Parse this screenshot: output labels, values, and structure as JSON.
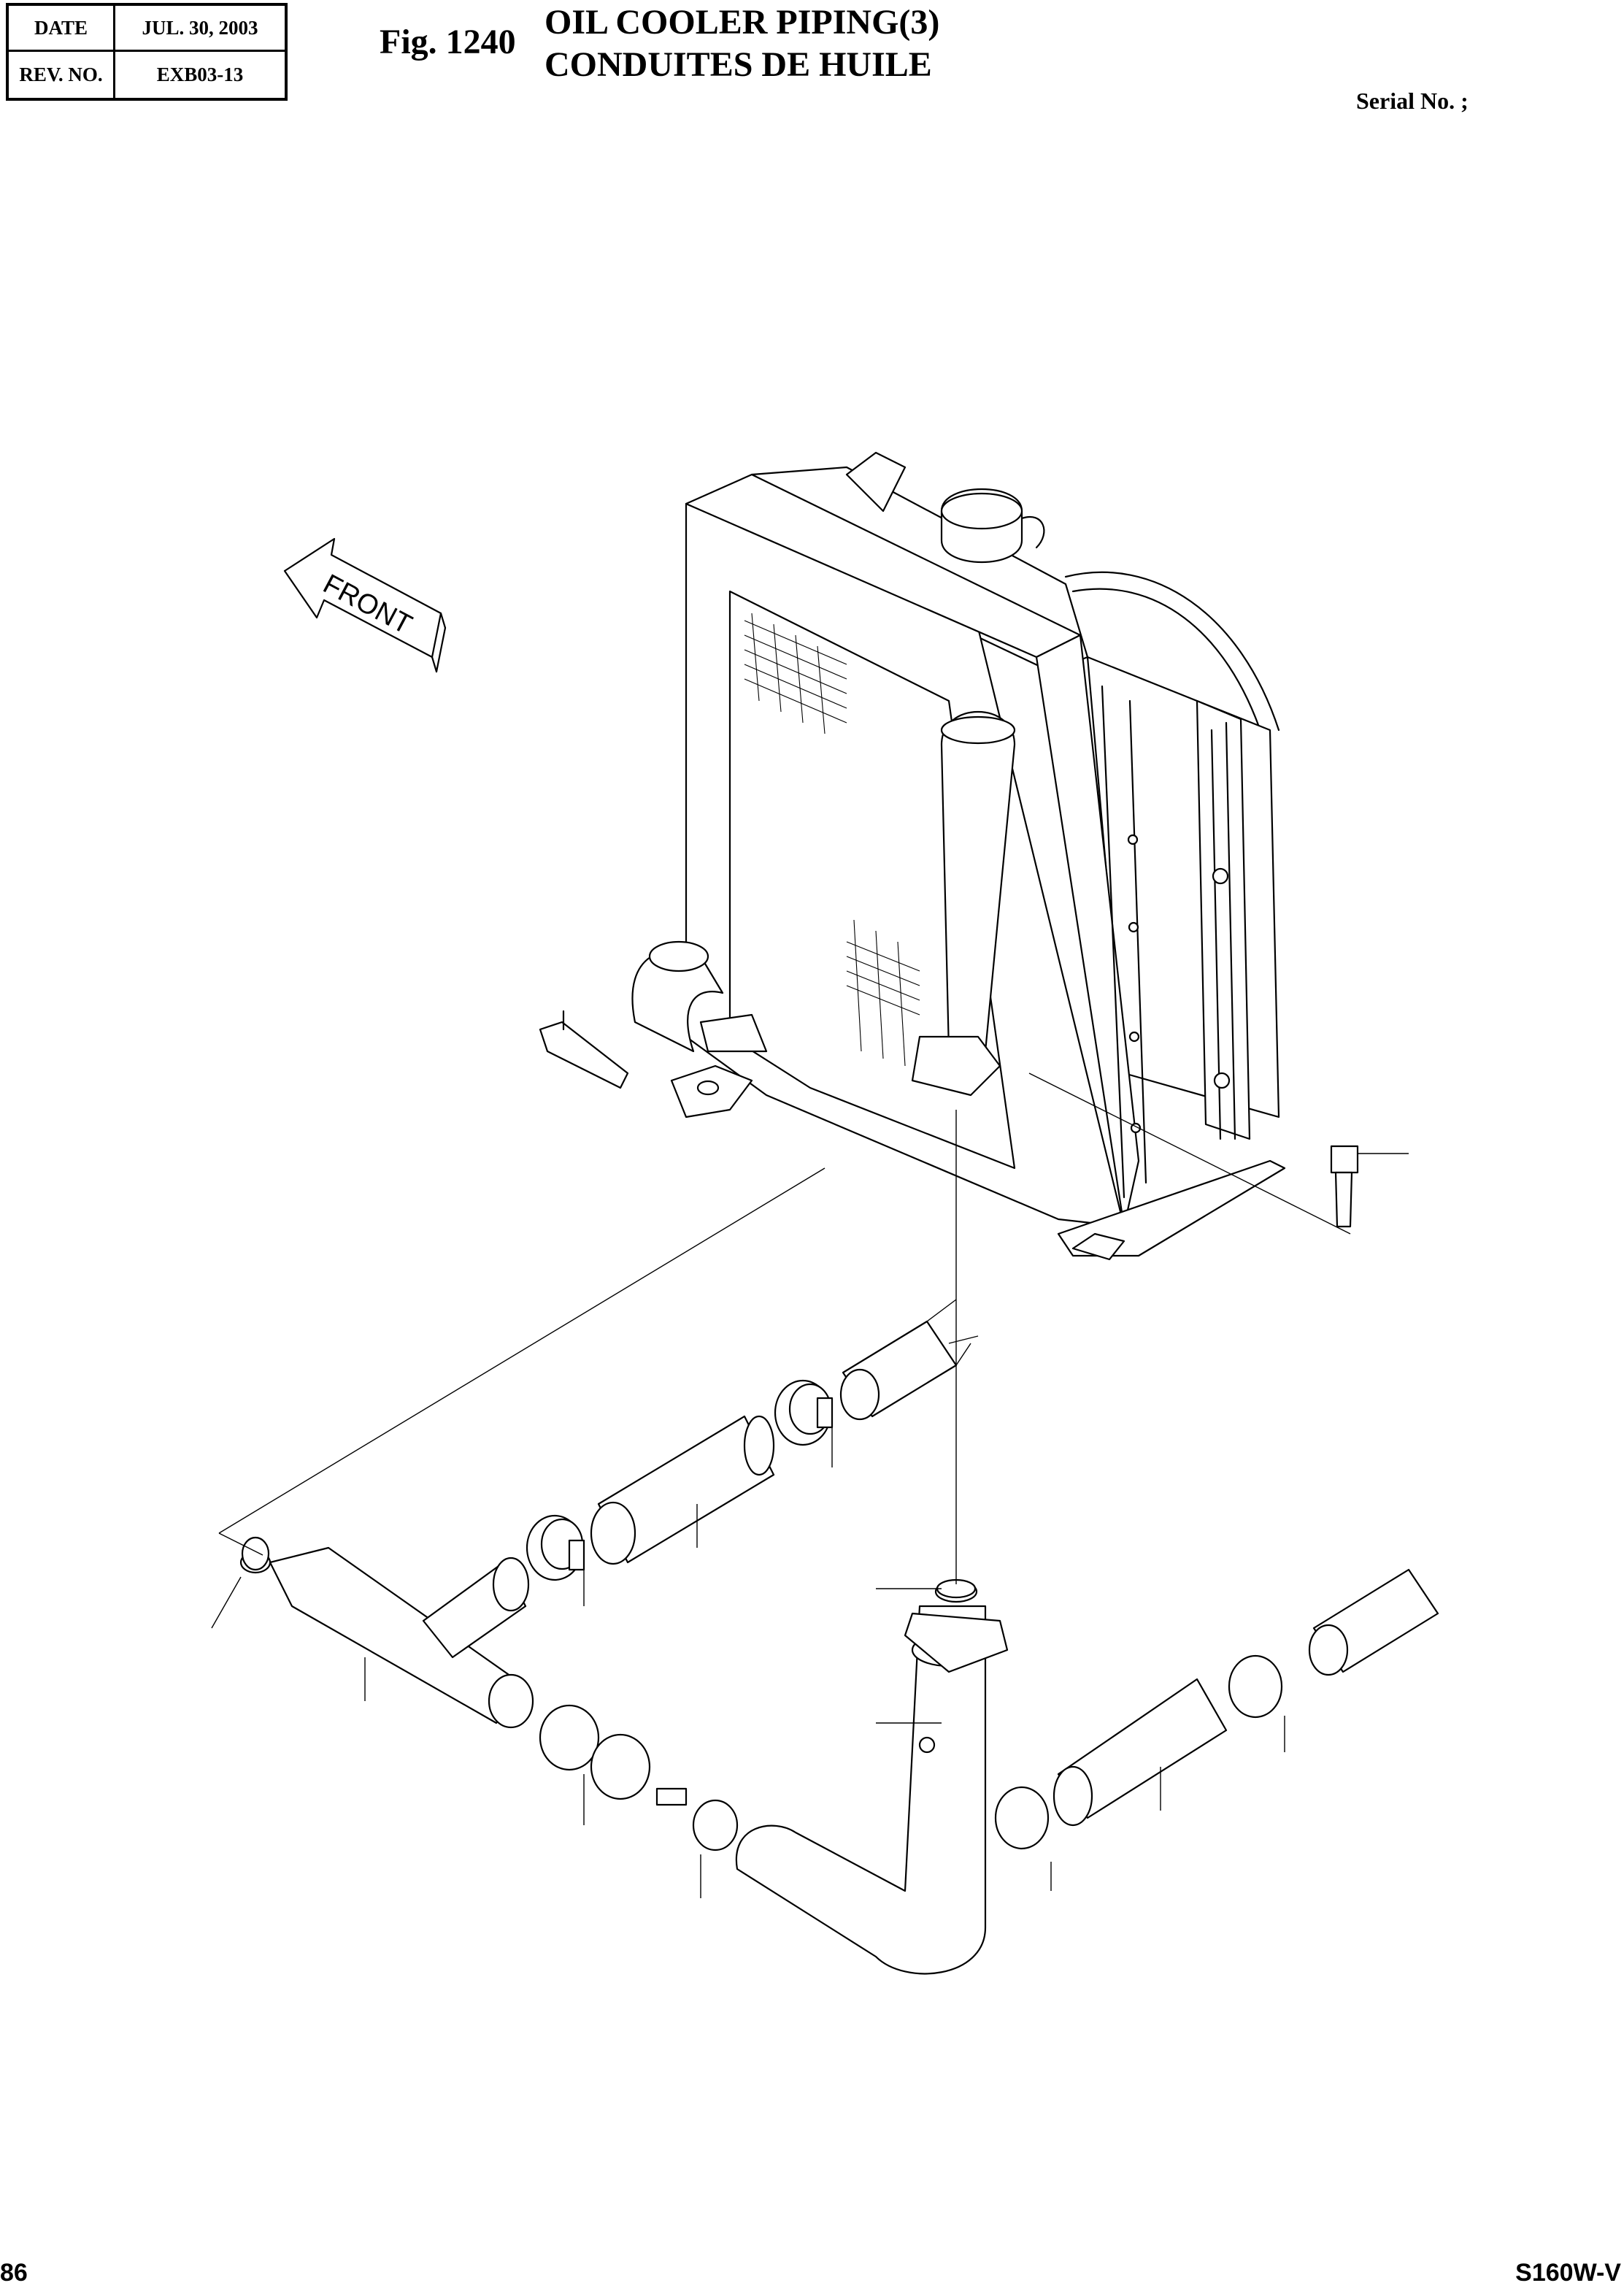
{
  "header": {
    "date_label": "DATE",
    "date_value": "JUL. 30, 2003",
    "rev_label": "REV. NO.",
    "rev_value": "EXB03-13"
  },
  "figure": {
    "number": "Fig. 1240",
    "title_en": "OIL COOLER PIPING(3)",
    "title_fr": "CONDUITES DE HUILE"
  },
  "serial_label": "Serial No. ;",
  "arrow_label": "FRONT",
  "footer": {
    "page_number": "86",
    "model": "S160W-V"
  }
}
